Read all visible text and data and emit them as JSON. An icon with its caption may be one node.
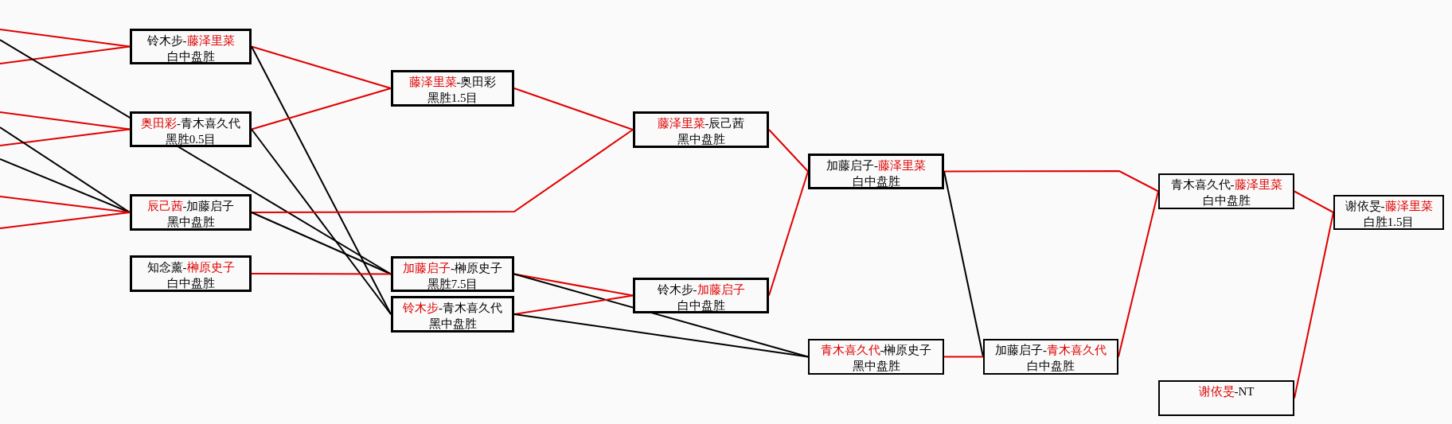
{
  "diagram": {
    "nodes": [
      {
        "text": [
          "铃木步-**藤泽里菜**",
          "白中盘胜"
        ]
      },
      {
        "text": [
          "**奥田彩**-青木喜久代",
          "黑胜0.5目"
        ]
      },
      {
        "text": [
          "**辰己茜**-加藤启子",
          "黑中盘胜"
        ]
      },
      {
        "text": [
          "知念薰-**榊原史子**",
          "白中盘胜"
        ]
      },
      {
        "text": [
          "**藤泽里菜**-奥田彩",
          "黑胜1.5目"
        ]
      },
      {
        "text": [
          "**加藤启子**-榊原史子",
          "黑胜7.5目"
        ]
      },
      {
        "text": [
          "**铃木步**-青木喜久代",
          "黑中盘胜"
        ]
      },
      {
        "text": [
          "**藤泽里菜**-辰己茜",
          "黑中盘胜"
        ]
      },
      {
        "text": [
          "铃木步-**加藤启子**",
          "白中盘胜"
        ]
      },
      {
        "text": [
          "加藤启子-**藤泽里菜**",
          "白中盘胜"
        ]
      },
      {
        "text": [
          "**青木喜久代**-榊原史子",
          "黑中盘胜"
        ]
      },
      {
        "text": [
          "加藤启子-**青木喜久代**",
          "白中盘胜"
        ]
      },
      {
        "text": [
          "青木喜久代-**藤泽里菜**",
          "白中盘胜"
        ]
      },
      {
        "text": [
          "**谢依旻**-NT"
        ]
      },
      {
        "text": [
          "谢依旻-**藤泽里菜**",
          "白胜1.5目"
        ]
      }
    ],
    "edges": [
      {
        "from": null,
        "to": 0,
        "arrow": "none"
      },
      {
        "from": null,
        "to": 0,
        "arrow": "none"
      },
      {
        "from": null,
        "to": 5,
        "arrow": "none",
        "color": "#000000"
      },
      {
        "from": null,
        "to": 1,
        "arrow": "none"
      },
      {
        "from": null,
        "to": 1,
        "arrow": "none"
      },
      {
        "from": null,
        "to": 2,
        "arrow": "none",
        "color": "#000000"
      },
      {
        "from": null,
        "to": 2,
        "arrow": "none",
        "color": "#000000"
      },
      {
        "from": null,
        "to": 2,
        "arrow": "none"
      },
      {
        "from": null,
        "to": 2,
        "arrow": "none"
      },
      {
        "from": 0,
        "to": 4,
        "arrow": "none"
      },
      {
        "from": 0,
        "to": 6,
        "arrow": "none",
        "color": "#000000"
      },
      {
        "from": 1,
        "to": 4,
        "arrow": "none"
      },
      {
        "from": 1,
        "to": 6,
        "arrow": "none",
        "color": "#000000"
      },
      {
        "from": 2,
        "to": 7,
        "arrow": "none"
      },
      {
        "from": 2,
        "to": 5,
        "arrow": "none",
        "color": "#000000"
      },
      {
        "from": 3,
        "to": 5,
        "arrow": "none"
      },
      {
        "from": 4,
        "to": 7,
        "arrow": "none"
      },
      {
        "from": 5,
        "to": 8,
        "arrow": "none"
      },
      {
        "from": 5,
        "to": 10,
        "arrow": "none",
        "color": "#000000"
      },
      {
        "from": 6,
        "to": 8,
        "arrow": "none"
      },
      {
        "from": 6,
        "to": 10,
        "arrow": "none",
        "color": "#000000"
      },
      {
        "from": 7,
        "to": 9,
        "arrow": "none"
      },
      {
        "from": 8,
        "to": 9,
        "arrow": "none"
      },
      {
        "from": 9,
        "to": 12,
        "arrow": "none"
      },
      {
        "from": 9,
        "to": 11,
        "arrow": "none",
        "color": "#000000"
      },
      {
        "from": 10,
        "to": 11,
        "arrow": "none"
      },
      {
        "from": 11,
        "to": 12,
        "arrow": "none"
      },
      {
        "from": 12,
        "to": 14,
        "arrow": "none"
      },
      {
        "from": 13,
        "to": 14,
        "arrow": "none"
      }
    ]
  }
}
